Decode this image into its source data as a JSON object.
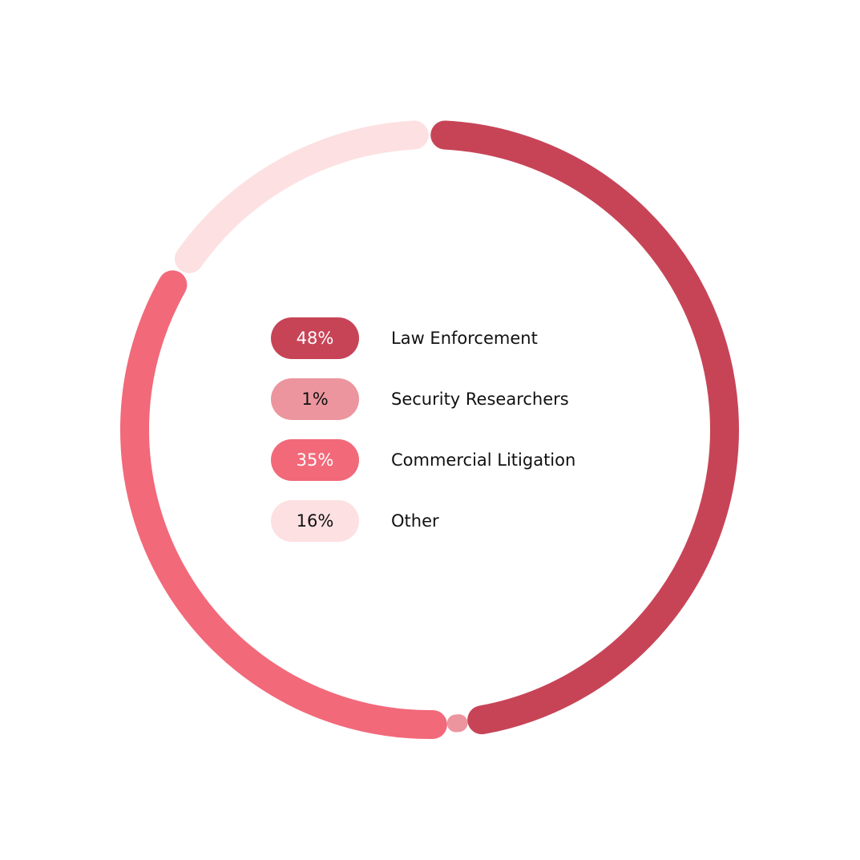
{
  "chart_data": {
    "type": "pie",
    "variant": "donut",
    "title": "",
    "series": [
      {
        "name": "Law Enforcement",
        "value": 48,
        "label": "48%",
        "color": "#C74457",
        "text_color": "#ffffff"
      },
      {
        "name": "Security Researchers",
        "value": 1,
        "label": "1%",
        "color": "#EC959E",
        "text_color": "#111111"
      },
      {
        "name": "Commercial Litigation",
        "value": 35,
        "label": "35%",
        "color": "#F2697A",
        "text_color": "#ffffff"
      },
      {
        "name": "Other",
        "value": 16,
        "label": "16%",
        "color": "#FDE0E2",
        "text_color": "#111111"
      }
    ],
    "legend_position": "center"
  }
}
